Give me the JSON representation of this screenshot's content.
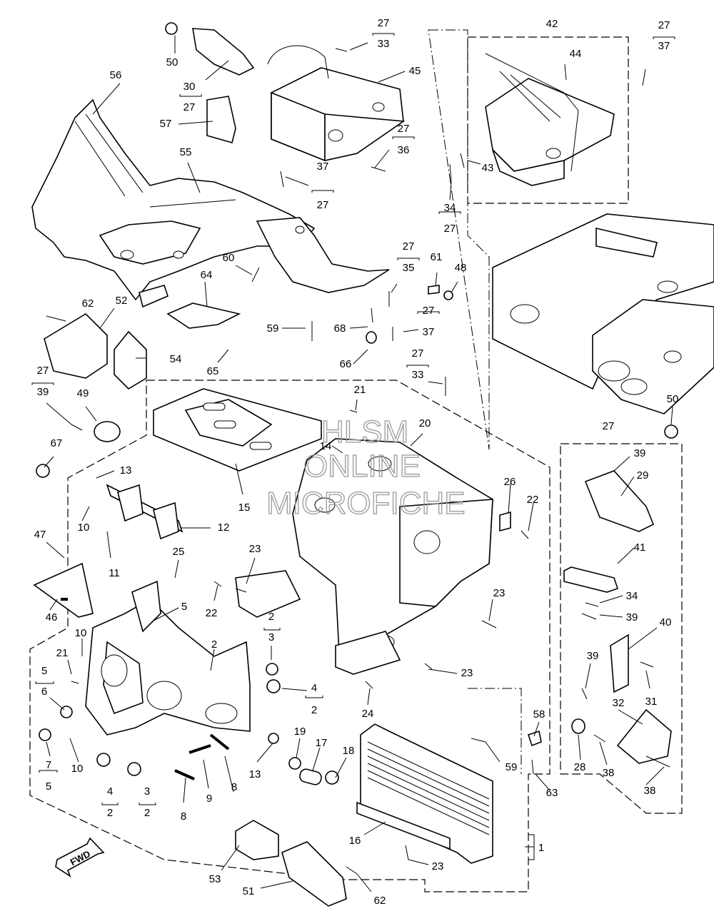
{
  "watermark": [
    "HLSM",
    "ONLINE",
    "MICROFICHE"
  ],
  "fwd_label": "FWD",
  "callouts": [
    {
      "id": "c56",
      "text": "56"
    },
    {
      "id": "c50a",
      "text": "50"
    },
    {
      "id": "c30",
      "text": "30"
    },
    {
      "id": "c27a",
      "text": "27"
    },
    {
      "id": "c27b",
      "text": "27"
    },
    {
      "id": "c33a",
      "text": "33"
    },
    {
      "id": "c45",
      "text": "45"
    },
    {
      "id": "c57",
      "text": "57"
    },
    {
      "id": "c27c",
      "text": "27"
    },
    {
      "id": "c36",
      "text": "36"
    },
    {
      "id": "c55",
      "text": "55"
    },
    {
      "id": "c37a",
      "text": "37"
    },
    {
      "id": "c27d",
      "text": "27"
    },
    {
      "id": "c42",
      "text": "42"
    },
    {
      "id": "c27e",
      "text": "27"
    },
    {
      "id": "c37b",
      "text": "37"
    },
    {
      "id": "c44",
      "text": "44"
    },
    {
      "id": "c43",
      "text": "43"
    },
    {
      "id": "c34a",
      "text": "34"
    },
    {
      "id": "c27f",
      "text": "27"
    },
    {
      "id": "c60",
      "text": "60"
    },
    {
      "id": "c27g",
      "text": "27"
    },
    {
      "id": "c35",
      "text": "35"
    },
    {
      "id": "c61",
      "text": "61"
    },
    {
      "id": "c48",
      "text": "48"
    },
    {
      "id": "c62a",
      "text": "62"
    },
    {
      "id": "c52",
      "text": "52"
    },
    {
      "id": "c64",
      "text": "64"
    },
    {
      "id": "c59a",
      "text": "59"
    },
    {
      "id": "c68",
      "text": "68"
    },
    {
      "id": "c27h",
      "text": "27"
    },
    {
      "id": "c37c",
      "text": "37"
    },
    {
      "id": "c54",
      "text": "54"
    },
    {
      "id": "c65",
      "text": "65"
    },
    {
      "id": "c66",
      "text": "66"
    },
    {
      "id": "c27i",
      "text": "27"
    },
    {
      "id": "c33b",
      "text": "33"
    },
    {
      "id": "c27j",
      "text": "27"
    },
    {
      "id": "c39a",
      "text": "39"
    },
    {
      "id": "c49",
      "text": "49"
    },
    {
      "id": "c21a",
      "text": "21"
    },
    {
      "id": "c50b",
      "text": "50"
    },
    {
      "id": "c20",
      "text": "20"
    },
    {
      "id": "c14",
      "text": "14"
    },
    {
      "id": "c67",
      "text": "67"
    },
    {
      "id": "c13a",
      "text": "13"
    },
    {
      "id": "c27k",
      "text": "27"
    },
    {
      "id": "c39b",
      "text": "39"
    },
    {
      "id": "c29",
      "text": "29"
    },
    {
      "id": "c15",
      "text": "15"
    },
    {
      "id": "c26",
      "text": "26"
    },
    {
      "id": "c22a",
      "text": "22"
    },
    {
      "id": "c12",
      "text": "12"
    },
    {
      "id": "c47",
      "text": "47"
    },
    {
      "id": "c10a",
      "text": "10"
    },
    {
      "id": "c11",
      "text": "11"
    },
    {
      "id": "c25",
      "text": "25"
    },
    {
      "id": "c23a",
      "text": "23"
    },
    {
      "id": "c41",
      "text": "41"
    },
    {
      "id": "c23b",
      "text": "23"
    },
    {
      "id": "c34b",
      "text": "34"
    },
    {
      "id": "c46",
      "text": "46"
    },
    {
      "id": "c22b",
      "text": "22"
    },
    {
      "id": "c5a",
      "text": "5"
    },
    {
      "id": "c39c",
      "text": "39"
    },
    {
      "id": "c2a",
      "text": "2"
    },
    {
      "id": "c3a",
      "text": "3"
    },
    {
      "id": "c40",
      "text": "40"
    },
    {
      "id": "c10b",
      "text": "10"
    },
    {
      "id": "c2b",
      "text": "2"
    },
    {
      "id": "c21b",
      "text": "21"
    },
    {
      "id": "c39d",
      "text": "39"
    },
    {
      "id": "c5b",
      "text": "5"
    },
    {
      "id": "c6",
      "text": "6"
    },
    {
      "id": "c23c",
      "text": "23"
    },
    {
      "id": "c31",
      "text": "31"
    },
    {
      "id": "c4a",
      "text": "4"
    },
    {
      "id": "c2c",
      "text": "2"
    },
    {
      "id": "c24",
      "text": "24"
    },
    {
      "id": "c32",
      "text": "32"
    },
    {
      "id": "c58",
      "text": "58"
    },
    {
      "id": "c19",
      "text": "19"
    },
    {
      "id": "c17",
      "text": "17"
    },
    {
      "id": "c18",
      "text": "18"
    },
    {
      "id": "c7",
      "text": "7"
    },
    {
      "id": "c5c",
      "text": "5"
    },
    {
      "id": "c10c",
      "text": "10"
    },
    {
      "id": "c13b",
      "text": "13"
    },
    {
      "id": "c28",
      "text": "28"
    },
    {
      "id": "c38a",
      "text": "38"
    },
    {
      "id": "c59b",
      "text": "59"
    },
    {
      "id": "c8a",
      "text": "8"
    },
    {
      "id": "c9",
      "text": "9"
    },
    {
      "id": "c4b",
      "text": "4"
    },
    {
      "id": "c2d",
      "text": "2"
    },
    {
      "id": "c3b",
      "text": "3"
    },
    {
      "id": "c2e",
      "text": "2"
    },
    {
      "id": "c8b",
      "text": "8"
    },
    {
      "id": "c38b",
      "text": "38"
    },
    {
      "id": "c63",
      "text": "63"
    },
    {
      "id": "c16",
      "text": "16"
    },
    {
      "id": "c1",
      "text": "1"
    },
    {
      "id": "c23d",
      "text": "23"
    },
    {
      "id": "c53",
      "text": "53"
    },
    {
      "id": "c51",
      "text": "51"
    },
    {
      "id": "c62b",
      "text": "62"
    }
  ]
}
